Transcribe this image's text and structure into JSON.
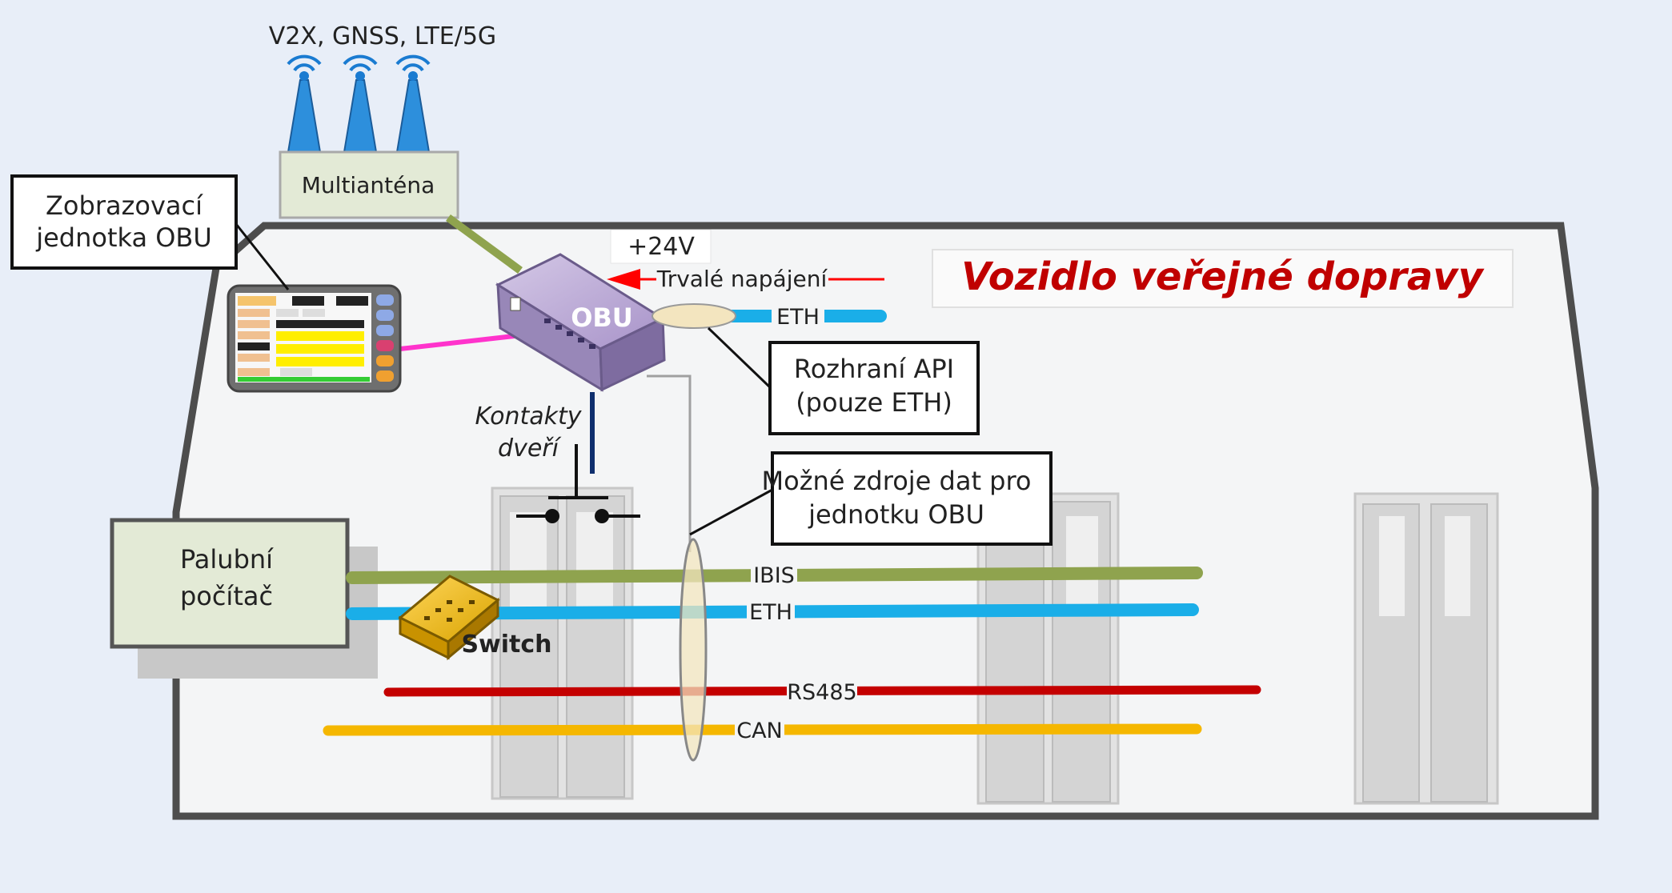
{
  "title": "Vozidlo veřejné dopravy",
  "antennas": {
    "protocols": "V2X, GNSS, LTE/5G",
    "unit_label": "Multianténa"
  },
  "display_unit": {
    "line1": "Zobrazovací",
    "line2": "jednotka OBU"
  },
  "obu": {
    "label": "OBU"
  },
  "power": {
    "voltage": "+24V",
    "label": "Trvalé napájení"
  },
  "obu_eth": "ETH",
  "api": {
    "line1": "Rozhraní API",
    "line2": "(pouze ETH)"
  },
  "door": {
    "line1": "Kontakty",
    "line2": "dveří"
  },
  "sources": {
    "line1": "Možné zdroje dat pro",
    "line2": "jednotku OBU"
  },
  "computer": {
    "line1": "Palubní",
    "line2": "počítač"
  },
  "switch": {
    "label": "Switch"
  },
  "buses": [
    {
      "name": "IBIS",
      "color": "#8fa34e"
    },
    {
      "name": "ETH",
      "color": "#1aaee8"
    },
    {
      "name": "RS485",
      "color": "#c40000"
    },
    {
      "name": "CAN",
      "color": "#f5b700"
    }
  ],
  "colors": {
    "title": "#c00000",
    "obu": "#b9a7d6",
    "computer_fill": "#e3ead6",
    "display_link": "#ff33cc"
  }
}
